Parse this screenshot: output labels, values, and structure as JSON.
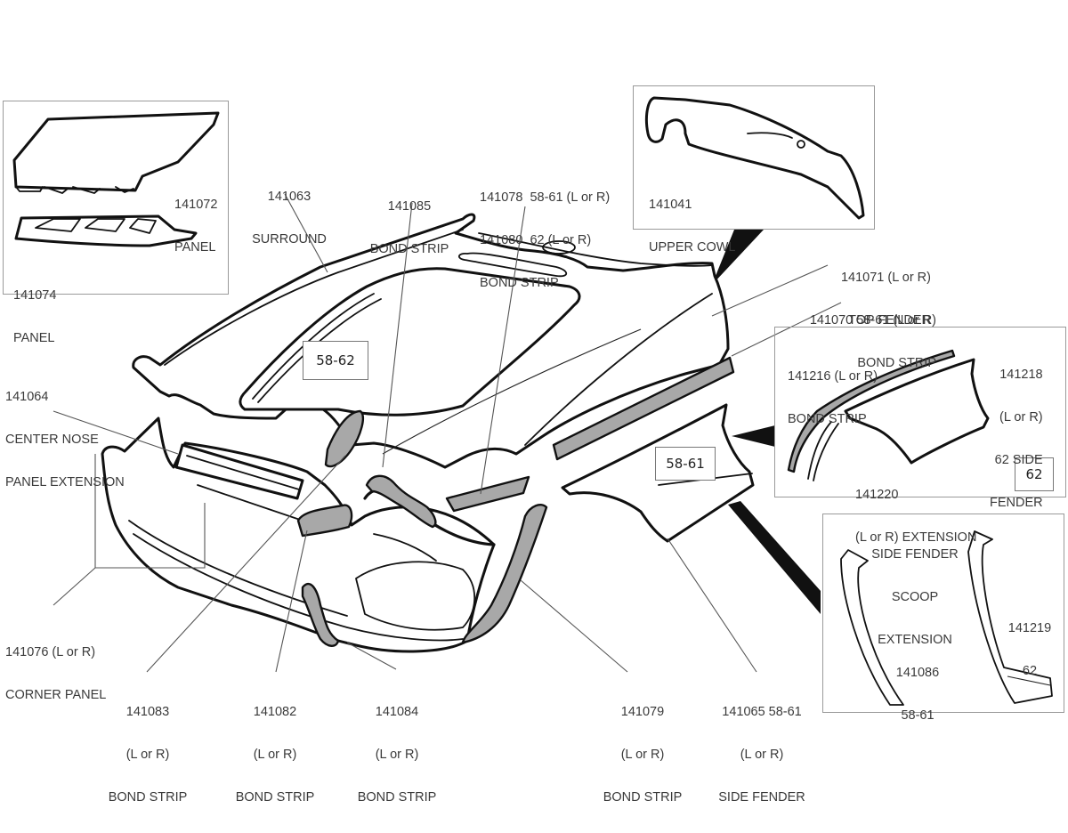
{
  "diagram": {
    "subject": "Corvette 1958-62 front body panel exploded view",
    "colors": {
      "line": "#111111",
      "bond_strip_fill": "#a8a8a8",
      "leader_line": "#555555",
      "inset_border": "#9a9a9a",
      "label_text": "#3a3a3a"
    },
    "year_boxes": {
      "main": "58-62",
      "side_fender": "58-61",
      "inset_62": "62"
    },
    "insets": {
      "panels": {
        "parts": [
          {
            "number": "141072",
            "name": "PANEL"
          },
          {
            "number": "141074",
            "name": "PANEL"
          }
        ]
      },
      "upper_cowl": {
        "number": "141041",
        "name": "UPPER COWL"
      },
      "side_fender_62": {
        "parts": [
          {
            "lines": [
              "141216 (L or R)",
              "BOND STRIP"
            ]
          },
          {
            "lines": [
              "141218",
              "(L or R)",
              "62 SIDE",
              "FENDER"
            ]
          },
          {
            "lines": [
              "141220",
              "(L or R) EXTENSION"
            ]
          }
        ]
      },
      "scoop_extension": {
        "title": [
          "SIDE FENDER",
          "SCOOP",
          "EXTENSION"
        ],
        "parts": [
          {
            "lines": [
              "141086",
              "58-61"
            ]
          },
          {
            "lines": [
              "141219",
              "62"
            ]
          }
        ]
      }
    },
    "callouts": [
      {
        "id": "surround",
        "lines": [
          "141063",
          "SURROUND"
        ]
      },
      {
        "id": "bond-strip-141085",
        "lines": [
          "141085",
          "BOND STRIP"
        ]
      },
      {
        "id": "bond-strip-141078",
        "lines": [
          "141078  58-61 (L or R)",
          "141080  62 (L or R)",
          "BOND STRIP"
        ]
      },
      {
        "id": "top-fender",
        "lines": [
          "141071 (L or R)",
          "TOP FENDER"
        ]
      },
      {
        "id": "bond-strip-141070",
        "lines": [
          "141070 58-61 (L or R)",
          "BOND STRIP"
        ]
      },
      {
        "id": "center-nose",
        "lines": [
          "141064",
          "CENTER NOSE",
          "PANEL EXTENSION"
        ]
      },
      {
        "id": "corner-panel",
        "lines": [
          "141076 (L or R)",
          "CORNER PANEL"
        ]
      },
      {
        "id": "bond-strip-141083",
        "lines": [
          "141083",
          "(L or R)",
          "BOND STRIP"
        ]
      },
      {
        "id": "bond-strip-141082",
        "lines": [
          "141082",
          "(L or R)",
          "BOND STRIP"
        ]
      },
      {
        "id": "bond-strip-141084",
        "lines": [
          "141084",
          "(L or R)",
          "BOND STRIP"
        ]
      },
      {
        "id": "bond-strip-141079",
        "lines": [
          "141079",
          "(L or R)",
          "BOND STRIP"
        ]
      },
      {
        "id": "side-fender",
        "lines": [
          "141065 58-61",
          "(L or R)",
          "SIDE FENDER"
        ]
      }
    ]
  }
}
